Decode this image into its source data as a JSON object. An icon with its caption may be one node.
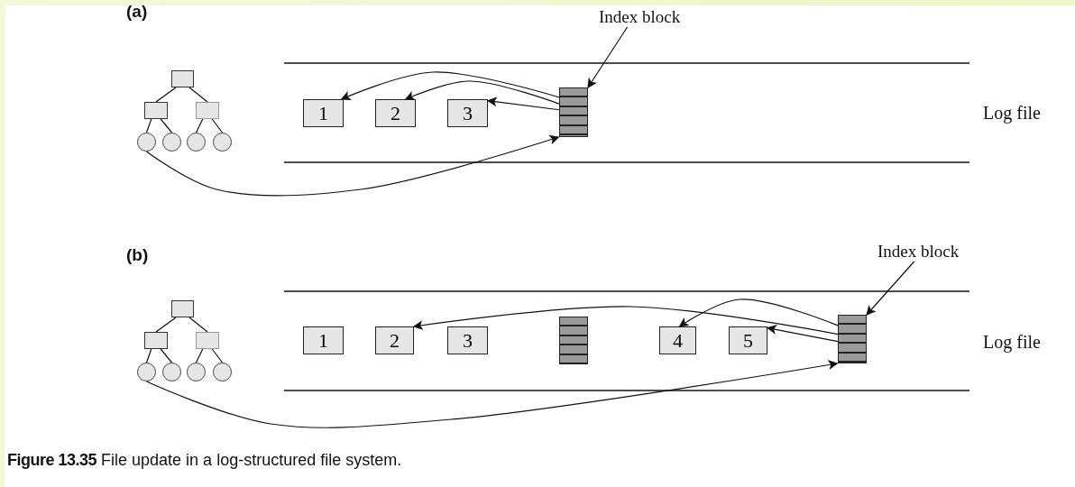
{
  "diagram": {
    "caption": "**Figure 13.35** File update in a log-structured file system.",
    "nodes": [
      {
        "text": [
          "Index block"
        ]
      },
      {
        "text": [],
        "shape": "box"
      },
      {
        "text": [],
        "shape": "box"
      },
      {
        "text": [],
        "shape": "box"
      },
      {
        "text": [],
        "shape": "circle"
      },
      {
        "text": [],
        "shape": "circle"
      },
      {
        "text": [],
        "shape": "circle"
      },
      {
        "text": [],
        "shape": "circle"
      },
      {
        "text": [
          "1"
        ]
      },
      {
        "text": [
          "2"
        ]
      },
      {
        "text": [
          "3"
        ]
      },
      {
        "text": [],
        "shape": "box"
      },
      {
        "text": [
          "Index block"
        ]
      },
      {
        "text": [],
        "shape": "box"
      },
      {
        "text": [],
        "shape": "box"
      },
      {
        "text": [],
        "shape": "box"
      },
      {
        "text": [],
        "shape": "circle"
      },
      {
        "text": [],
        "shape": "circle"
      },
      {
        "text": [],
        "shape": "circle"
      },
      {
        "text": [],
        "shape": "circle"
      },
      {
        "text": [
          "1"
        ]
      },
      {
        "text": [
          "2"
        ]
      },
      {
        "text": [
          "3"
        ]
      },
      {
        "text": [],
        "shape": "box"
      },
      {
        "text": [
          "4"
        ]
      },
      {
        "text": [
          "5"
        ]
      },
      {
        "text": [],
        "shape": "box"
      }
    ],
    "edges": [
      {
        "from": 0,
        "to": 11,
        "arrow": "to"
      },
      {
        "from": 1,
        "to": 2,
        "arrow": "none"
      },
      {
        "from": 1,
        "to": 3,
        "arrow": "none"
      },
      {
        "from": 2,
        "to": 4,
        "arrow": "none"
      },
      {
        "from": 2,
        "to": 5,
        "arrow": "none"
      },
      {
        "from": 3,
        "to": 6,
        "arrow": "none"
      },
      {
        "from": 3,
        "to": 7,
        "arrow": "none"
      },
      {
        "from": 11,
        "to": 8,
        "arrow": "to"
      },
      {
        "from": 11,
        "to": 9,
        "arrow": "to"
      },
      {
        "from": 11,
        "to": 10,
        "arrow": "to"
      },
      {
        "from": 4,
        "to": 11,
        "arrow": "to"
      },
      {
        "from": 12,
        "to": 26,
        "arrow": "to"
      },
      {
        "from": 13,
        "to": 14,
        "arrow": "none"
      },
      {
        "from": 13,
        "to": 15,
        "arrow": "none"
      },
      {
        "from": 14,
        "to": 16,
        "arrow": "none"
      },
      {
        "from": 14,
        "to": 17,
        "arrow": "none"
      },
      {
        "from": 15,
        "to": 18,
        "arrow": "none"
      },
      {
        "from": 15,
        "to": 19,
        "arrow": "none"
      },
      {
        "from": 26,
        "to": 21,
        "arrow": "to"
      },
      {
        "from": 26,
        "to": 24,
        "arrow": "to"
      },
      {
        "from": 26,
        "to": 25,
        "arrow": "to"
      },
      {
        "from": 16,
        "to": 26,
        "arrow": "to"
      }
    ],
    "labels": [
      "(a)",
      "Log file",
      "(b)",
      "Log file"
    ]
  }
}
